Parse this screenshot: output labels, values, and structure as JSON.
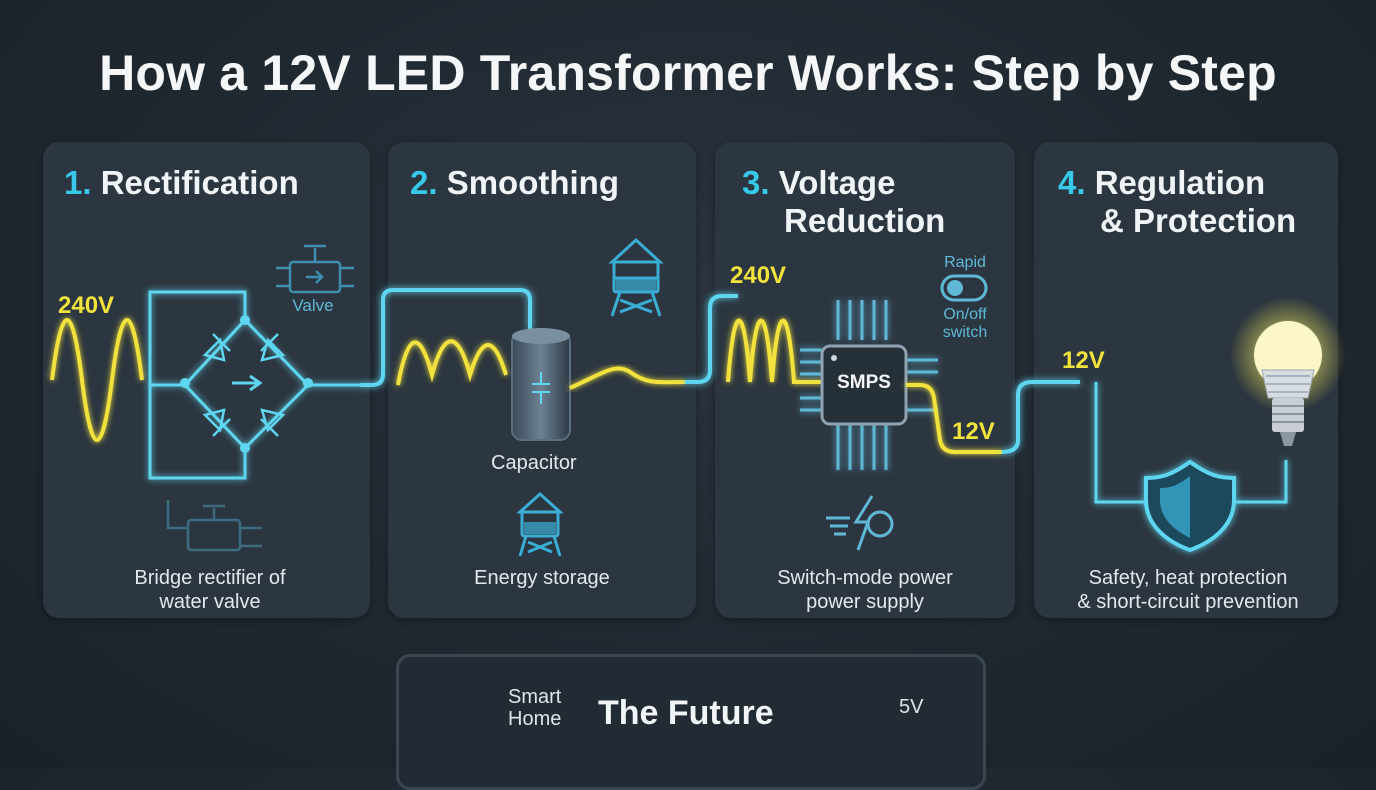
{
  "title": "How a 12V LED Transformer Works: Step by Step",
  "steps": [
    {
      "num": "1.",
      "title": "Rectification",
      "caption_line1": "Bridge rectifier of",
      "caption_line2": "water valve",
      "valve_label": "Valve",
      "input_voltage": "240V"
    },
    {
      "num": "2.",
      "title": "Smoothing",
      "capacitor_label": "Capacitor",
      "caption_line1": "Energy storage"
    },
    {
      "num": "3.",
      "title_line1": "Voltage",
      "title_line2": "Reduction",
      "input_voltage": "240V",
      "chip_label": "SMPS",
      "switch_line1": "Rapid",
      "switch_line2": "On/off",
      "switch_line3": "switch",
      "output_voltage": "12V",
      "caption_line1": "Switch-mode power",
      "caption_line2": "power supply"
    },
    {
      "num": "4.",
      "title_line1": "Regulation",
      "title_line2": "& Protection",
      "voltage": "12V",
      "caption_line1": "Safety, heat protection",
      "caption_line2": "& short-circuit prevention"
    }
  ],
  "future": {
    "smart_line1": "Smart",
    "smart_line2": "Home",
    "title": "The Future",
    "usb_voltage": "5V"
  },
  "colors": {
    "background": "#1f272f",
    "card": "#2c3640",
    "accent_blue": "#37c8ea",
    "ac_wave_yellow": "#f2e23c",
    "wire_cyan": "#5fd6f0"
  },
  "icons": [
    "water-valve-icon",
    "bridge-rectifier-icon",
    "water-tower-icon",
    "capacitor-icon",
    "smps-chip-icon",
    "toggle-switch-icon",
    "lightning-bolt-icon",
    "shield-icon",
    "led-bulb-icon",
    "smartphone-icon",
    "usb-icon"
  ]
}
